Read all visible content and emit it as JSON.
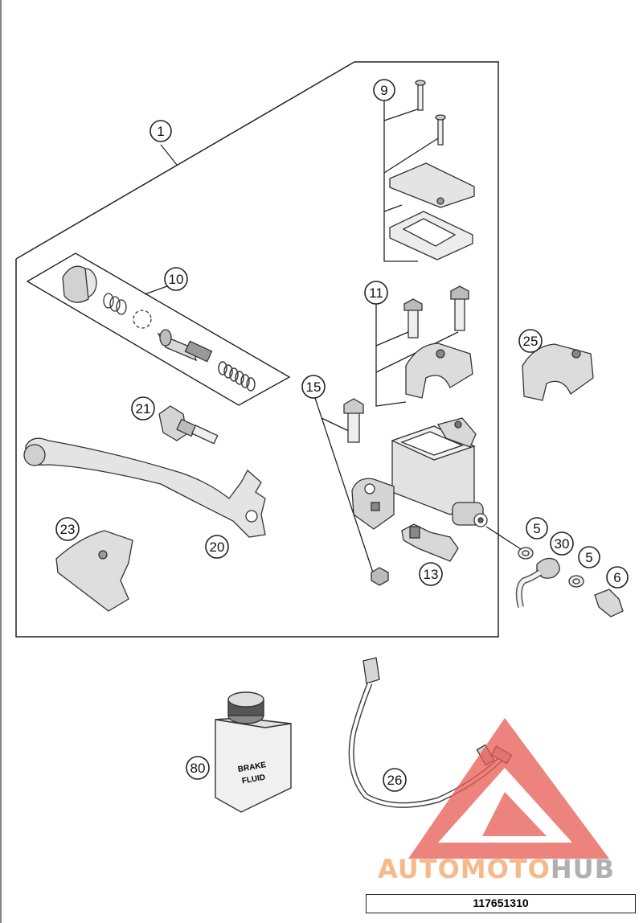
{
  "callouts": [
    "1",
    "9",
    "10",
    "11",
    "25",
    "15",
    "21",
    "23",
    "20",
    "13",
    "5",
    "30",
    "5",
    "6",
    "80",
    "26"
  ],
  "jar_label": [
    "BRAKE",
    "FLUID"
  ],
  "logo": {
    "part1": "AUTOMOTO",
    "part2": "HUB",
    "color1": "#f5b98a",
    "color2": "#b0b0b0",
    "triangle_color": "#e85a52"
  },
  "part_number": "117651310"
}
